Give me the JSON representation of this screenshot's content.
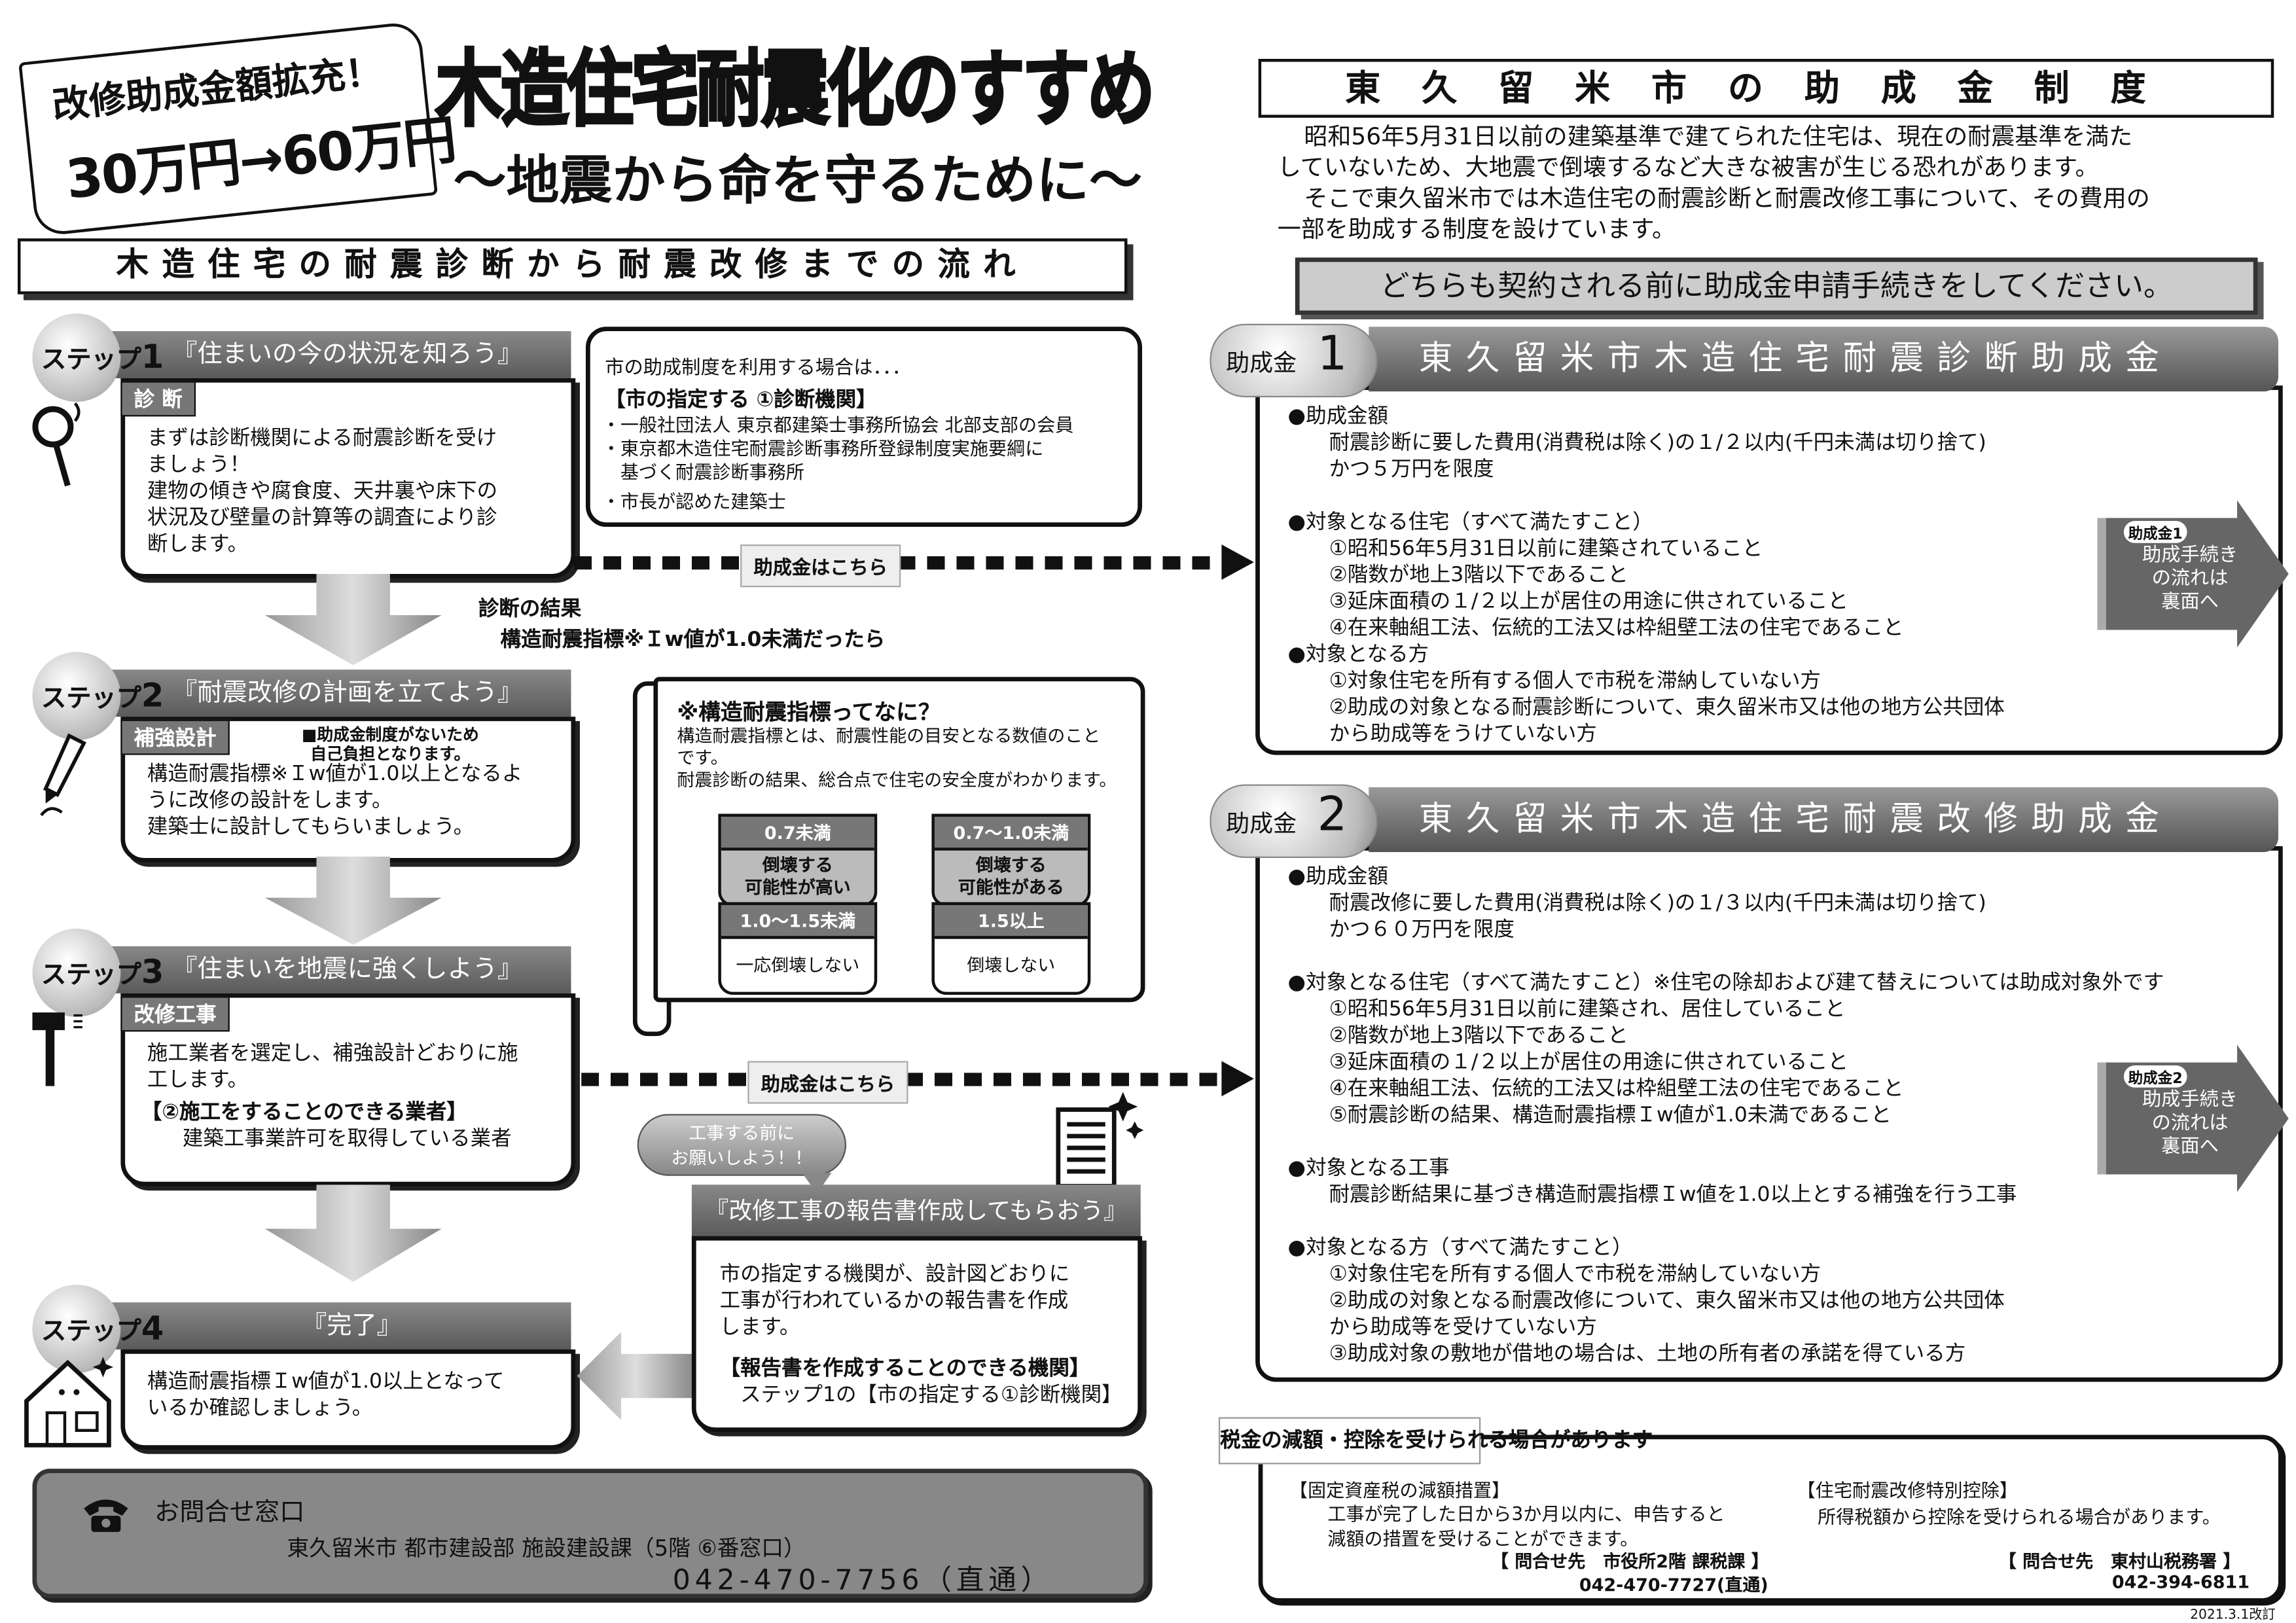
{
  "banner": {
    "line1": "改修助成金額拡充！",
    "line2": "30万円→60万円"
  },
  "title": "木造住宅耐震化のすすめ",
  "subtitle": "～地震から命を守るために～",
  "left_header": "木造住宅の耐震診断から耐震改修までの流れ",
  "step_word": "ステップ",
  "steps": [
    {
      "num": "1",
      "title": "『住まいの今の状況を知ろう』",
      "tag": "診 断",
      "lines": [
        "まずは診断機関による耐震診断を受け",
        "ましょう！",
        "建物の傾きや腐食度、天井裏や床下の",
        "状況及び壁量の計算等の調査により診",
        "断します。"
      ]
    },
    {
      "num": "2",
      "title": "『耐震改修の計画を立てよう』",
      "tag": "補強設計",
      "note": [
        "■助成金制度がないため",
        "自己負担となります。"
      ],
      "lines": [
        "構造耐震指標※Ｉw値が1.0以上となるよ",
        "うに改修の設計をします。",
        "建築士に設計してもらいましょう。"
      ]
    },
    {
      "num": "3",
      "title": "『住まいを地震に強くしよう』",
      "tag": "改修工事",
      "lines": [
        "施工業者を選定し、補強設計どおりに施",
        "工します。"
      ],
      "sub_title": "【②施工をすることのできる業者】",
      "sub_text": "建築工事業許可を取得している業者"
    },
    {
      "num": "4",
      "title": "『完了』",
      "lines": [
        "構造耐震指標Ｉw値が1.0以上となって",
        "いるか確認しましょう。"
      ]
    }
  ],
  "info_box": {
    "intro": "市の助成制度を利用する場合は．．．",
    "heading": "【市の指定する ①診断機関】",
    "items": [
      "・一般社団法人 東京都建築士事務所協会 北部支部の会員",
      "・東京都木造住宅耐震診断事務所登録制度実施要綱に",
      "　基づく耐震診断事務所",
      "・市長が認めた建築士"
    ]
  },
  "link_label": "助成金はこちら",
  "result_text": [
    "診断の結果",
    "構造耐震指標※Ｉw値が1.0未満だったら"
  ],
  "scroll": {
    "heading": "※構造耐震指標ってなに？",
    "lines": [
      "構造耐震指標とは、耐震性能の目安となる数値のこと",
      "です。",
      "耐震診断の結果、総合点で住宅の安全度がわかります。"
    ],
    "grades": [
      {
        "range": "0.7未満",
        "text": [
          "倒壊する",
          "可能性が高い"
        ]
      },
      {
        "range": "0.7～1.0未満",
        "text": [
          "倒壊する",
          "可能性がある"
        ]
      },
      {
        "range": "1.0～1.5未満",
        "text": [
          "一応倒壊しない"
        ]
      },
      {
        "range": "1.5以上",
        "text": [
          "倒壊しない"
        ]
      }
    ]
  },
  "bubble": [
    "工事する前に",
    "お願いしよう！！"
  ],
  "report": {
    "title": "『改修工事の報告書作成してもらおう』",
    "lines": [
      "市の指定する機関が、設計図どおりに",
      "工事が行われているかの報告書を作成",
      "します。"
    ],
    "sub_title": "【報告書を作成することのできる機関】",
    "sub_text": "ステップ1の【市の指定する①診断機関】"
  },
  "contact": {
    "title": "お問合せ窓口",
    "dept": "東久留米市 都市建設部 施設建設課（5階 ⑥番窓口）",
    "phone": "042-470-7756（直通）"
  },
  "right_header": "東久留米市の助成金制度",
  "intro": [
    "昭和56年5月31日以前の建築基準で建てられた住宅は、現在の耐震基準を満た",
    "していないため、大地震で倒壊するなど大きな被害が生じる恐れがあります。",
    "そこで東久留米市では木造住宅の耐震診断と耐震改修工事について、その費用の",
    "一部を助成する制度を設けています。"
  ],
  "notice": "どちらも契約される前に助成金申請手続きをしてください。",
  "grant_word": "助成金",
  "grants": [
    {
      "num": "1",
      "title": "東久留米市木造住宅耐震診断助成金",
      "lines": [
        "●助成金額",
        "　　耐震診断に要した費用(消費税は除く)の１/２以内(千円未満は切り捨て)",
        "　　かつ５万円を限度",
        "",
        "●対象となる住宅（すべて満たすこと）",
        "　　①昭和56年5月31日以前に建築されていること",
        "　　②階数が地上3階以下であること",
        "　　③延床面積の１/２以上が居住の用途に供されていること",
        "　　④在来軸組工法、伝統的工法又は枠組壁工法の住宅であること",
        "●対象となる方",
        "　　①対象住宅を所有する個人で市税を滞納していない方",
        "　　②助成の対象となる耐震診断について、東久留米市又は他の地方公共団体",
        "　　から助成等をうけていない方"
      ],
      "side": {
        "badge": "助成金1",
        "text": [
          "助成手続き",
          "の流れは",
          "裏面へ"
        ]
      }
    },
    {
      "num": "2",
      "title": "東久留米市木造住宅耐震改修助成金",
      "lines": [
        "●助成金額",
        "　　耐震改修に要した費用(消費税は除く)の１/３以内(千円未満は切り捨て)",
        "　　かつ６０万円を限度",
        "",
        "●対象となる住宅（すべて満たすこと）※住宅の除却および建て替えについては助成対象外です",
        "　　①昭和56年5月31日以前に建築され、居住していること",
        "　　②階数が地上3階以下であること",
        "　　③延床面積の１/２以上が居住の用途に供されていること",
        "　　④在来軸組工法、伝統的工法又は枠組壁工法の住宅であること",
        "　　⑤耐震診断の結果、構造耐震指標Ｉw値が1.0未満であること",
        "",
        "●対象となる工事",
        "　　耐震診断結果に基づき構造耐震指標Ｉw値を1.0以上とする補強を行う工事",
        "",
        "●対象となる方（すべて満たすこと）",
        "　　①対象住宅を所有する個人で市税を滞納していない方",
        "　　②助成の対象となる耐震改修について、東久留米市又は他の地方公共団体",
        "　　から助成等を受けていない方",
        "　　③助成対象の敷地が借地の場合は、土地の所有者の承諾を得ている方"
      ],
      "side": {
        "badge": "助成金2",
        "text": [
          "助成手続き",
          "の流れは",
          "裏面へ"
        ]
      }
    }
  ],
  "tax": {
    "title": "税金の減額・控除を受けられる場合があります",
    "left": {
      "heading": "【固定資産税の減額措置】",
      "lines": [
        "工事が完了した日から3か月以内に、申告すると",
        "減額の措置を受けることができます。"
      ],
      "contact": "【 問合せ先　市役所2階 課税課 】",
      "phone": "042-470-7727(直通)"
    },
    "right": {
      "heading": "【住宅耐震改修特別控除】",
      "lines": [
        "所得税額から控除を受けられる場合があります。"
      ],
      "contact": "【 問合せ先　東村山税務署 】",
      "phone": "042-394-6811"
    }
  },
  "revision": "2021.3.1改訂"
}
